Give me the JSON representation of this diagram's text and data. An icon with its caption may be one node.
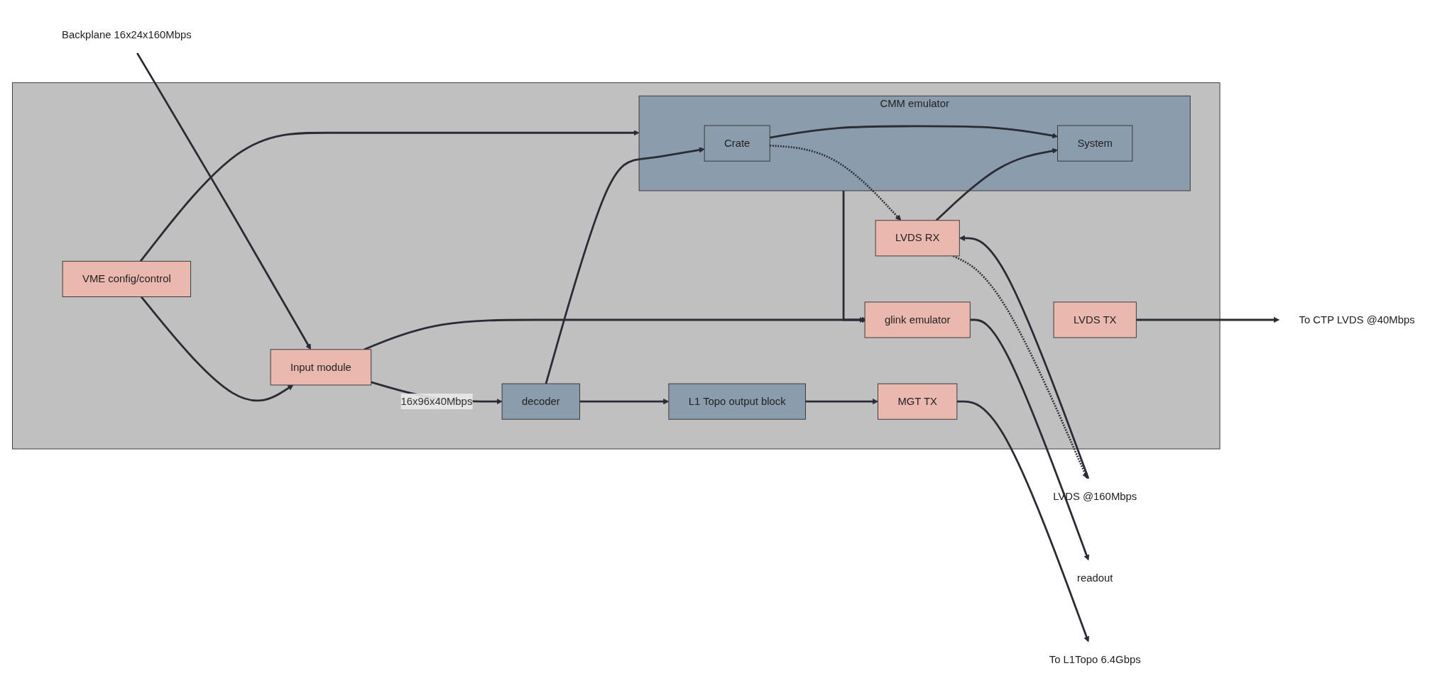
{
  "diagram": {
    "nodes": [
      {
        "text": [],
        "shape": "box"
      },
      {
        "text": [
          "VME config/control"
        ],
        "in": 0
      },
      {
        "text": [
          "LVDS RX"
        ],
        "in": 0
      },
      {
        "text": [
          "glink emulator"
        ],
        "in": 0
      },
      {
        "text": [
          "CMM emulator"
        ],
        "in": 0
      },
      {
        "text": [
          "Crate"
        ],
        "in": 4
      },
      {
        "text": [
          "System"
        ],
        "in": 4
      },
      {
        "text": [
          "LVDS TX"
        ],
        "in": 0
      },
      {
        "text": [
          "Input module"
        ],
        "in": 0
      },
      {
        "text": [
          "decoder"
        ],
        "in": 0
      },
      {
        "text": [
          "L1 Topo output block"
        ],
        "in": 0
      },
      {
        "text": [
          "MGT TX"
        ],
        "in": 0
      },
      {
        "text": [
          "LVDS @160Mbps"
        ]
      },
      {
        "text": [
          "readout"
        ]
      },
      {
        "text": [
          "To CTP LVDS @40Mbps"
        ]
      },
      {
        "text": [
          "Backplane 16x24x160Mbps"
        ]
      },
      {
        "text": [
          "To L1Topo 6.4Gbps"
        ]
      }
    ],
    "edges": [
      {
        "from": 12,
        "to": 2,
        "arrow": "to"
      },
      {
        "from": 2,
        "to": 12,
        "arrow": "to",
        "style": "dashed"
      },
      {
        "from": 1,
        "to": 8,
        "arrow": "to"
      },
      {
        "from": 1,
        "to": 4,
        "arrow": "to"
      },
      {
        "from": 8,
        "to": 3,
        "arrow": "to"
      },
      {
        "from": 4,
        "to": 3,
        "arrow": "to"
      },
      {
        "from": 2,
        "to": 6,
        "arrow": "to"
      },
      {
        "from": 5,
        "to": 2,
        "arrow": "to",
        "style": "dashed"
      },
      {
        "from": 3,
        "to": 13,
        "arrow": "to"
      },
      {
        "from": 7,
        "to": 14,
        "arrow": "to"
      },
      {
        "from": 15,
        "to": 8,
        "arrow": "to"
      },
      {
        "from": 8,
        "to": 9,
        "arrow": "to",
        "label": "16x96x40Mbps"
      },
      {
        "from": 9,
        "to": 5,
        "arrow": "to"
      },
      {
        "from": 5,
        "to": 6,
        "arrow": "to"
      },
      {
        "from": 9,
        "to": 10,
        "arrow": "to"
      },
      {
        "from": 10,
        "to": 11,
        "arrow": "to"
      },
      {
        "from": 11,
        "to": 16,
        "arrow": "to"
      }
    ]
  }
}
